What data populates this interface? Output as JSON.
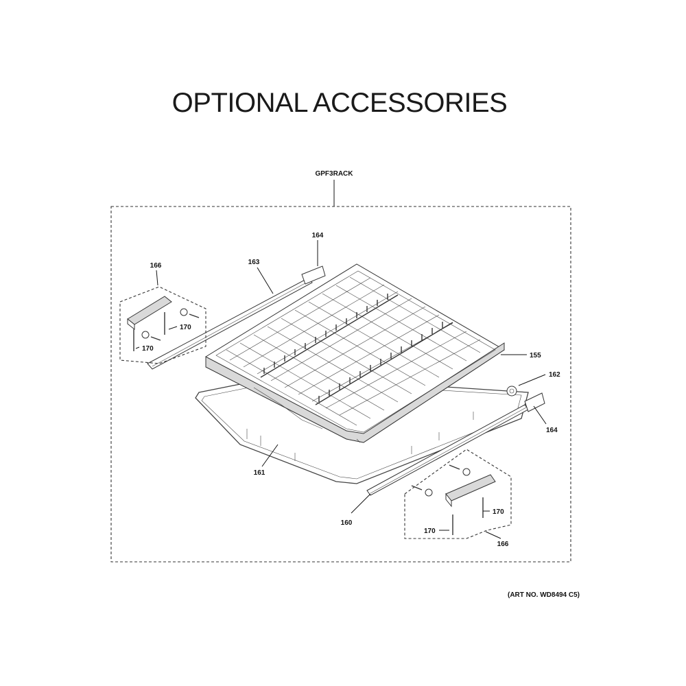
{
  "title": "OPTIONAL ACCESSORIES",
  "assembly_label": "GPF3RACK",
  "art_no": "(ART NO. WD8494 C5)",
  "callouts": {
    "c155": "155",
    "c160": "160",
    "c161": "161",
    "c162": "162",
    "c163": "163",
    "c164_top": "164",
    "c164_right": "164",
    "c166_left": "166",
    "c166_right": "166",
    "c170_left_a": "170",
    "c170_left_b": "170",
    "c170_right_a": "170",
    "c170_right_b": "170"
  }
}
